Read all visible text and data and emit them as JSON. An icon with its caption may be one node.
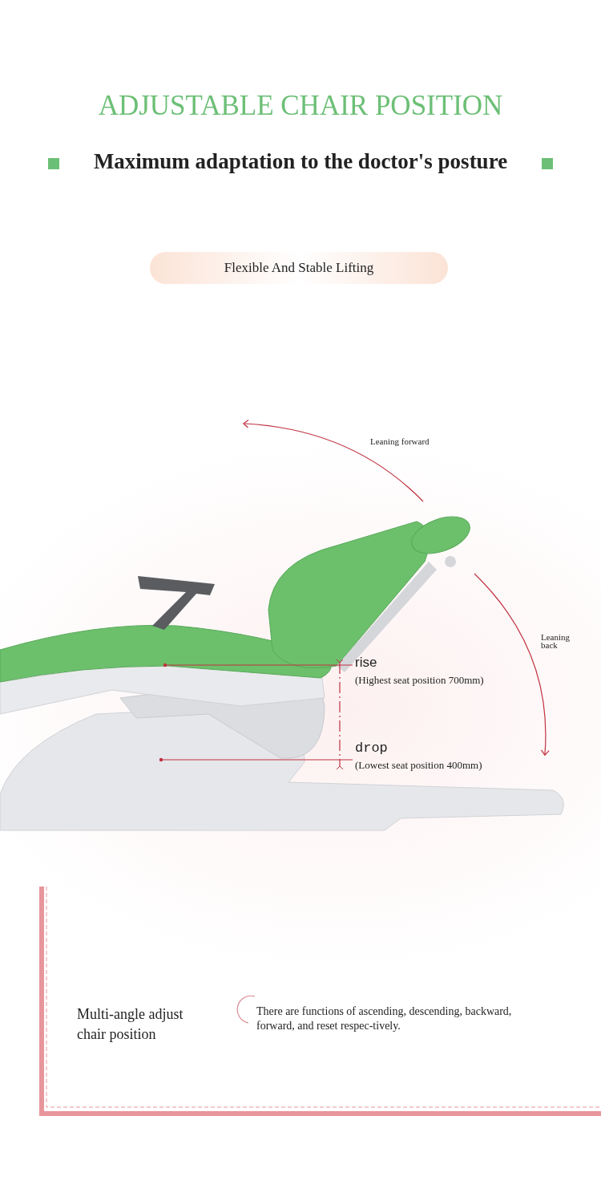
{
  "diagram": {
    "title": "ADJUSTABLE CHAIR POSITION",
    "nodes": [
      {
        "text": [
          "Flexible And Stable Lifting"
        ]
      },
      {
        "text": [
          "rise",
          "(Highest seat position 700mm)"
        ]
      },
      {
        "text": [
          "drop",
          "(Lowest seat position 400mm)"
        ]
      }
    ],
    "edges": [
      {
        "from": 1,
        "to": null,
        "arrow": "other"
      },
      {
        "from": 2,
        "to": null,
        "arrow": "other"
      }
    ],
    "labels": [
      "Maximum adaptation to the doctor's posture",
      "Leaning forward",
      "Leaning back",
      "Multi-angle adjust chair position",
      "There are functions of ascending, descending, backward, forward, and reset respec-tively."
    ]
  }
}
